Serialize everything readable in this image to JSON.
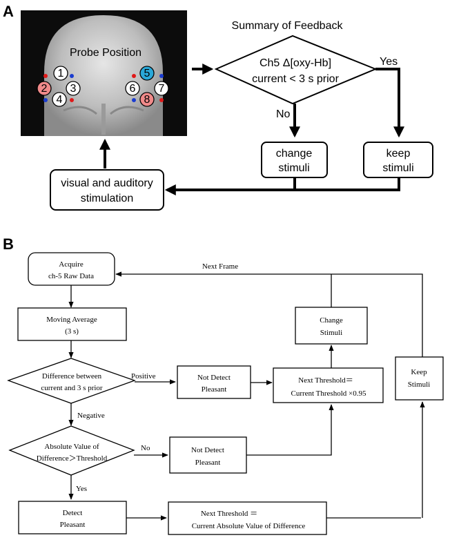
{
  "panel_a": {
    "label": "A",
    "probe_title": "Probe Position",
    "channels": [
      "1",
      "2",
      "3",
      "4",
      "5",
      "6",
      "7",
      "8"
    ],
    "summary_title": "Summary of Feedback",
    "decision_line1": "Ch5 Δ[oxy-Hb]",
    "decision_line2": "current < 3 s prior",
    "yes": "Yes",
    "no": "No",
    "change_line1": "change",
    "change_line2": "stimuli",
    "keep_line1": "keep",
    "keep_line2": "stimuli",
    "stim_line1": "visual and auditory",
    "stim_line2": "stimulation",
    "colors": {
      "ch5": "#2aa8d8",
      "ch2_ch8": "#f08a8a",
      "red_dot": "#e01818",
      "blue_dot": "#1a3cd0"
    }
  },
  "panel_b": {
    "label": "B",
    "acquire_line1": "Acquire",
    "acquire_line2": "ch-5 Raw Data",
    "next_frame": "Next Frame",
    "moving_line1": "Moving Average",
    "moving_line2": "(3 s)",
    "diff_line1": "Difference between",
    "diff_line2": "current and 3 s prior",
    "positive": "Positive",
    "negative": "Negative",
    "not_detect1_line1": "Not Detect",
    "not_detect1_line2": "Pleasant",
    "next_thresh1_line1": "Next Threshold＝",
    "next_thresh1_line2": "Current Threshold  ×0.95",
    "change_line1": "Change",
    "change_line2": "Stimuli",
    "keep_line1": "Keep",
    "keep_line2": "Stimuli",
    "abs_line1": "Absolute Value of",
    "abs_line2": "Difference＞Threshold",
    "no": "No",
    "yes": "Yes",
    "not_detect2_line1": "Not Detect",
    "not_detect2_line2": "Pleasant",
    "detect_line1": "Detect",
    "detect_line2": "Pleasant",
    "next_thresh2_line1": "Next Threshold ＝",
    "next_thresh2_line2": "Current Absolute Value of Difference"
  }
}
